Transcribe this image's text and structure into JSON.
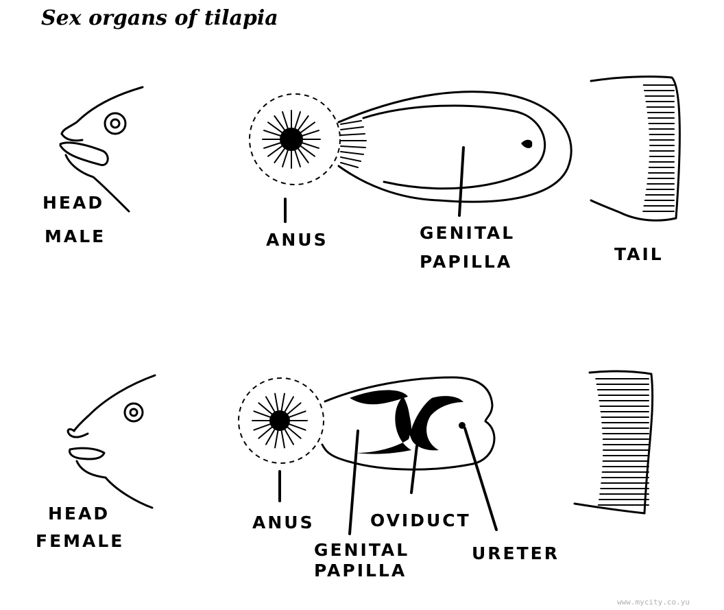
{
  "title": "Sex organs of tilapia",
  "male": {
    "head_label": "HEAD",
    "sex_label": "MALE",
    "anus_label": "ANUS",
    "genital_label_line1": "GENITAL",
    "genital_label_line2": "PAPILLA",
    "tail_label": "TAIL"
  },
  "female": {
    "head_label": "HEAD",
    "sex_label": "FEMALE",
    "anus_label": "ANUS",
    "genital_label_line1": "GENITAL",
    "genital_label_line2": "PAPILLA",
    "oviduct_label": "OVIDUCT",
    "ureter_label": "URETER"
  },
  "watermark": "www.mycity.co.yu"
}
